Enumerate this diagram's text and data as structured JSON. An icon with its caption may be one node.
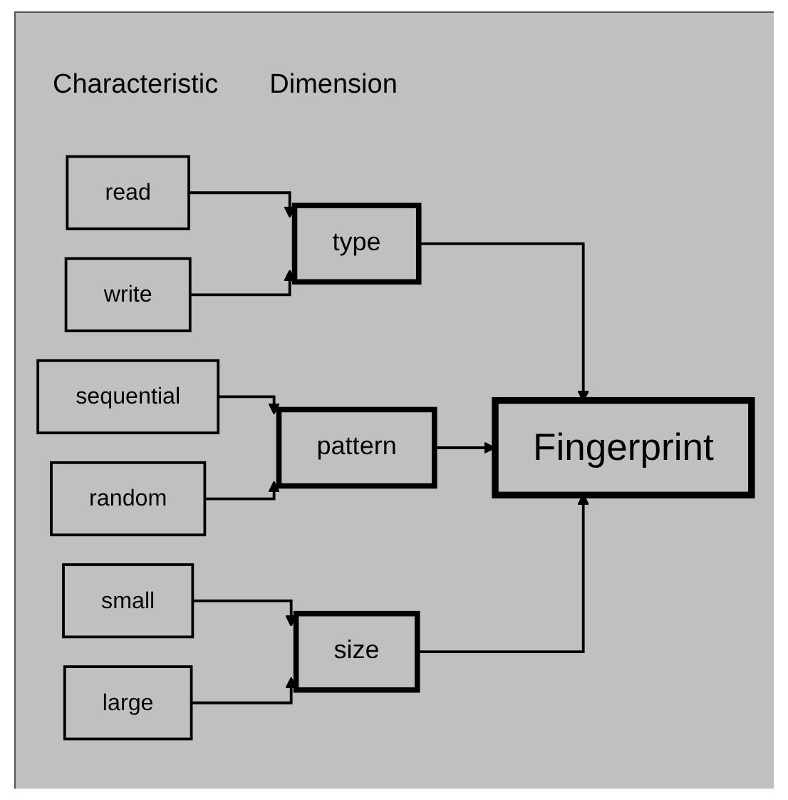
{
  "diagram": {
    "nodes": [
      {
        "text": [
          "read"
        ]
      },
      {
        "text": [
          "write"
        ]
      },
      {
        "text": [
          "sequential"
        ]
      },
      {
        "text": [
          "random"
        ]
      },
      {
        "text": [
          "small"
        ]
      },
      {
        "text": [
          "large"
        ]
      },
      {
        "text": [
          "type"
        ]
      },
      {
        "text": [
          "pattern"
        ]
      },
      {
        "text": [
          "size"
        ]
      },
      {
        "text": [
          "Fingerprint"
        ]
      }
    ],
    "edges": [
      {
        "from": 0,
        "to": 6,
        "arrow": "to"
      },
      {
        "from": 1,
        "to": 6,
        "arrow": "to"
      },
      {
        "from": 2,
        "to": 7,
        "arrow": "to"
      },
      {
        "from": 3,
        "to": 7,
        "arrow": "to"
      },
      {
        "from": 4,
        "to": 8,
        "arrow": "to"
      },
      {
        "from": 5,
        "to": 8,
        "arrow": "to"
      },
      {
        "from": 6,
        "to": 9,
        "arrow": "to"
      },
      {
        "from": 7,
        "to": 9,
        "arrow": "to"
      },
      {
        "from": 8,
        "to": 9,
        "arrow": "to"
      }
    ],
    "labels": [
      "Characteristic",
      "Dimension"
    ]
  }
}
